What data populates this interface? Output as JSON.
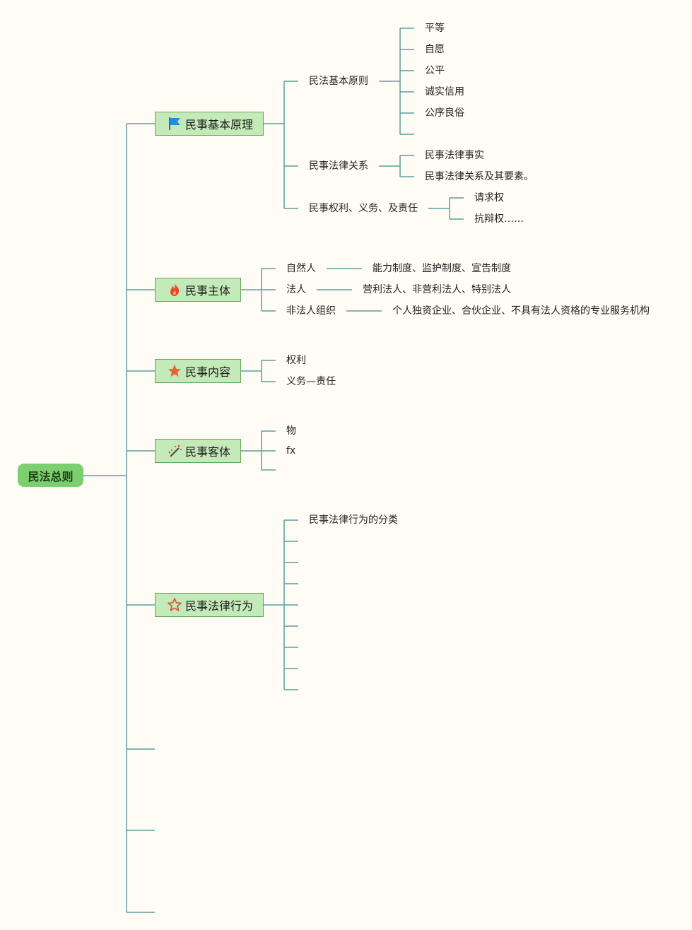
{
  "root": {
    "label": "民法总则"
  },
  "branches": {
    "b1": {
      "label": "民事基本原理",
      "icon": "blue-flag-icon",
      "principles": {
        "label": "民法基本原则",
        "items": [
          "平等",
          "自愿",
          "公平",
          "诚实信用",
          "公序良俗"
        ]
      },
      "relation": {
        "label": "民事法律关系",
        "items": [
          "民事法律事实",
          "民事法律关系及其要素。"
        ]
      },
      "rights": {
        "label": "民事权利、义务、及责任",
        "items": [
          "请求权",
          "抗辩权……"
        ]
      }
    },
    "b2": {
      "label": "民事主体",
      "icon": "fire-icon",
      "items": [
        {
          "label": "自然人",
          "detail": "能力制度、监护制度、宣告制度"
        },
        {
          "label": "法人",
          "detail": "营利法人、非营利法人、特别法人"
        },
        {
          "label": "非法人组织",
          "detail": "个人独资企业、合伙企业、不具有法人资格的专业服务机构"
        }
      ]
    },
    "b3": {
      "label": "民事内容",
      "icon": "star-filled-icon",
      "items": [
        "权利",
        "义务—责任"
      ]
    },
    "b4": {
      "label": "民事客体",
      "icon": "magic-wand-icon",
      "items": [
        "物",
        "fx"
      ]
    },
    "b5": {
      "label": "民事法律行为",
      "icon": "star-outline-icon",
      "items": [
        "民事法律行为的分类"
      ]
    }
  },
  "colors": {
    "line": "#5c9e9b",
    "node_fill": "#c3eab8",
    "root_fill": "#7ccf6e",
    "background": "#fefcf4"
  }
}
